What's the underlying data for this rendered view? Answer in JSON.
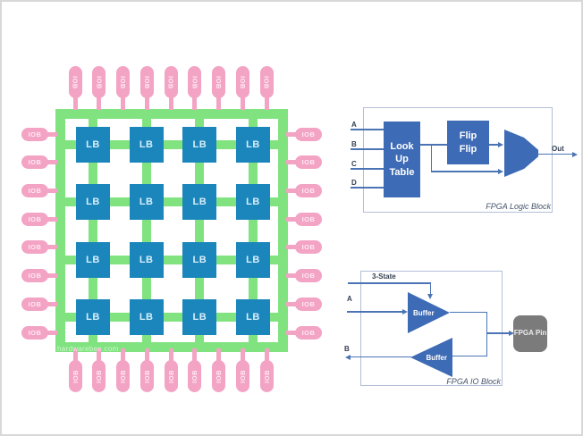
{
  "page": {
    "background": "#ffffff",
    "frame_border": "#d8d8d8"
  },
  "fpga_grid": {
    "lb_label": "LB",
    "iob_top": [
      "IOB",
      "IOB",
      "IOB",
      "IOB",
      "IOB",
      "IOB",
      "IOB",
      "IOB",
      "IOB"
    ],
    "iob_bottom": [
      "IOB",
      "IOB",
      "IOB",
      "IOB",
      "IOB",
      "IOB",
      "IOB",
      "IOB",
      "IOB"
    ],
    "iob_left": [
      "IOB",
      "IOB",
      "IOB",
      "IOB",
      "IOB",
      "IOB",
      "IOB",
      "IOB"
    ],
    "iob_right": [
      "IOB",
      "IOB",
      "IOB",
      "IOB",
      "IOB",
      "IOB",
      "IOB",
      "IOB"
    ],
    "watermark": "hardwarebee.com",
    "colors": {
      "routing_green": "#80E380",
      "iob_pink": "#F3A3C3",
      "lb_blue": "#1B86BC"
    }
  },
  "logic_block_diagram": {
    "inputs": [
      "A",
      "B",
      "C",
      "D"
    ],
    "lut_label": "Look Up Table",
    "flipflop_label": "Flip Flip",
    "out_label": "Out",
    "caption": "FPGA Logic Block",
    "colors": {
      "block_blue": "#3E6BB5",
      "line_blue": "#4B74B5"
    }
  },
  "io_block_diagram": {
    "tristate_label": "3-State",
    "input_a_label": "A",
    "input_b_label": "B",
    "buffer_top_label": "Buffer",
    "buffer_bottom_label": "Buffer",
    "pin_label": "FPGA Pin",
    "caption": "FPGA IO Block",
    "colors": {
      "pin_grey": "#7B7B7B"
    }
  }
}
